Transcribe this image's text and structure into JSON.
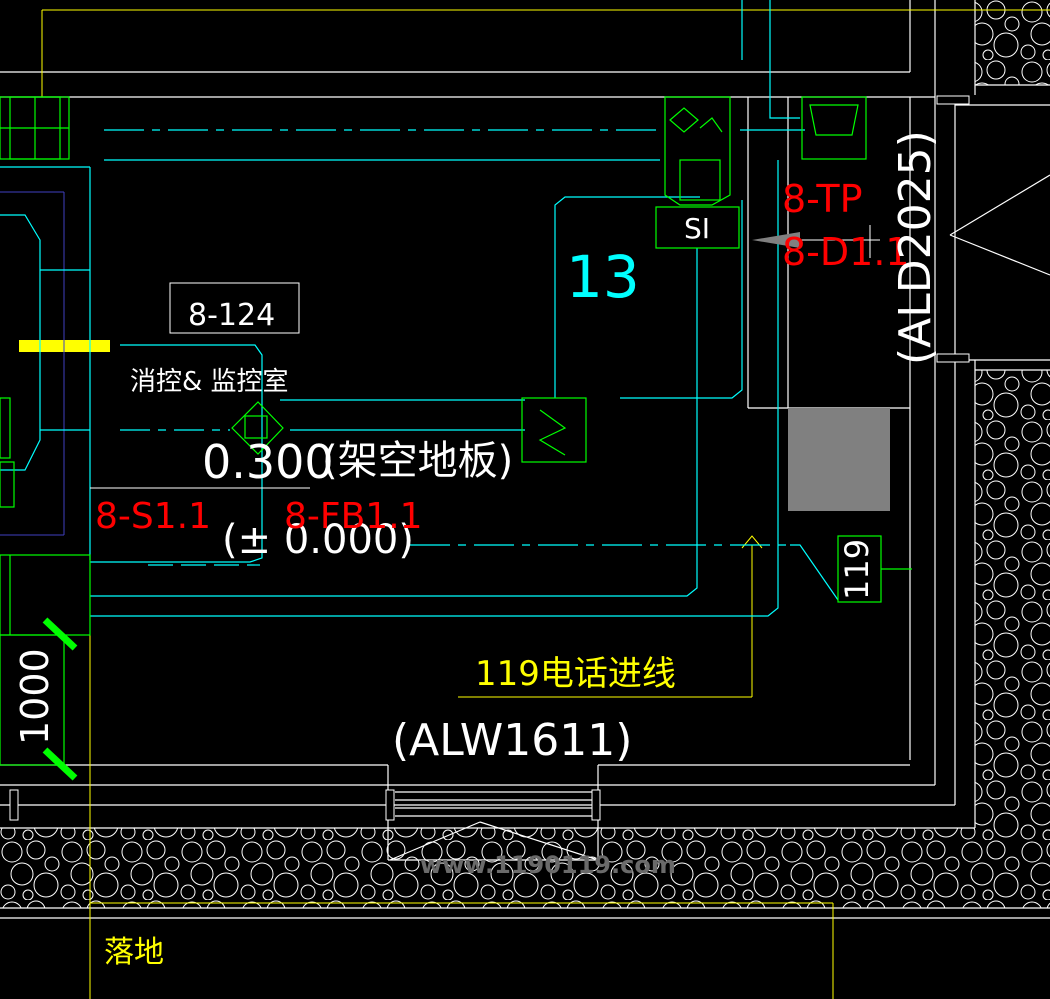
{
  "drawing": {
    "room_number": "8-124",
    "room_name": "消控& 监控室",
    "floor_level": "0.300",
    "floor_type": "(架空地板)",
    "base_level": "(± 0.000)",
    "device_s1": "8-S1.1",
    "device_fb1": "8-FB1.1",
    "device_tp": "8-TP",
    "device_d1": "8-D1.1",
    "circuit_13": "13",
    "device_si": "SI",
    "window_tag": "(ALW1611)",
    "door_tag": "(ALD2025)",
    "phone_tag": "119",
    "phone_line": "119电话进线",
    "dimension": "1000",
    "floor_note": "落地",
    "watermark": "www.1190119.com"
  },
  "colors": {
    "background": "#000000",
    "wall": "#ffffff",
    "conduit": "#00ffff",
    "device": "#00ff00",
    "label": "#ff0000",
    "annotation": "#ffff00",
    "fill": "#808080"
  }
}
